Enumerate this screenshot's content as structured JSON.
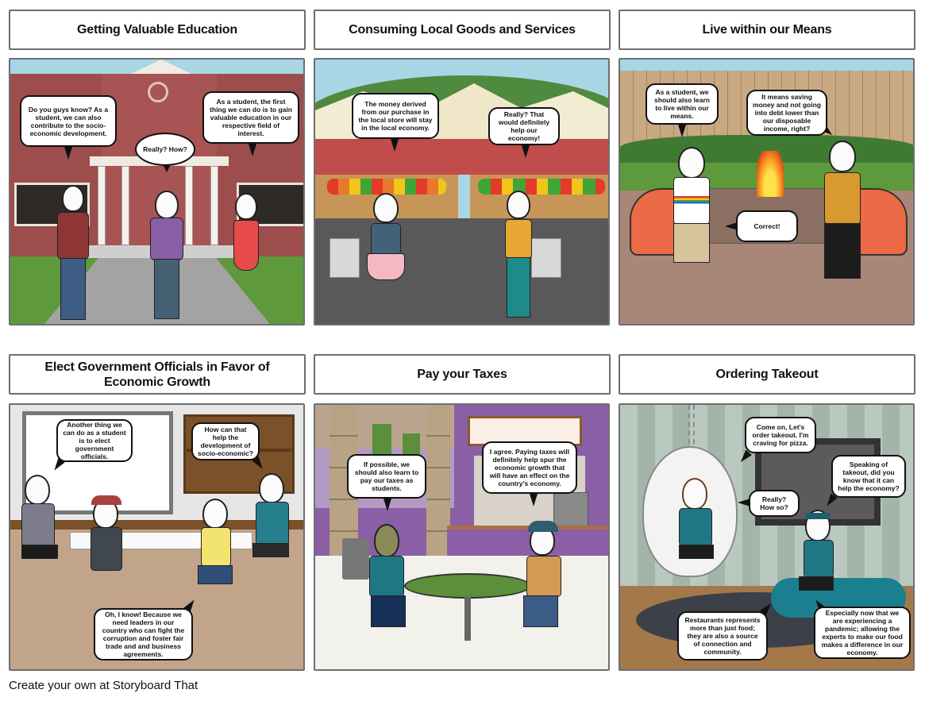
{
  "footer": {
    "text": "Create your own at Storyboard That"
  },
  "colors": {
    "panel_border": "#6e6e6e",
    "bubble_border": "#111111",
    "sky": "#a9d6e5",
    "brick": "#9e4d4d",
    "grass": "#5e9a3b",
    "road": "#9a9a9a",
    "fence": "#c8a982",
    "wall_grey": "#e0e0e0",
    "floor_tan": "#c2a48a",
    "purple": "#8a5fa5",
    "stripe_wall": "#b9c9bf",
    "wood_floor": "#a5784a"
  },
  "panels": [
    {
      "title": "Getting Valuable Education",
      "scene": "school-building",
      "bubbles": [
        "Do you guys know? As a student, we can also contribute to the socio-economic development.",
        "Really? How?",
        "As a student, the first thing we can do is to gain valuable education in our respective field of interest."
      ]
    },
    {
      "title": "Consuming Local Goods and Services",
      "scene": "farmers-market",
      "bubbles": [
        "The money derived from our purchase in the local store will stay in the local economy.",
        "Really? That would definitely help our economy!"
      ]
    },
    {
      "title": "Live within our Means",
      "scene": "backyard-firepit",
      "bubbles": [
        "As a student, we should also learn to live within our means.",
        "It means saving money and not going into debt lower than our disposable income, right?",
        "Correct!"
      ]
    },
    {
      "title": "Elect Government Officials in Favor of Economic Growth",
      "scene": "classroom",
      "bubbles": [
        "Another thing we can do as a student is to elect government officials.",
        "How can that help the development of socio-economic?",
        "Oh, I know! Because we need leaders in our country who can fight the corruption and foster fair trade and and business agreements."
      ]
    },
    {
      "title": "Pay your Taxes",
      "scene": "food-court",
      "bubbles": [
        "If possible, we should also learn to pay our taxes as students.",
        "I agree. Paying taxes will definitely help spur the economic growth that will have an effect on the country's economy."
      ]
    },
    {
      "title": "Ordering Takeout",
      "scene": "living-room",
      "bubbles": [
        "Come on, Let's order takeout. I'm craving for pizza.",
        "Speaking of takeout, did you know that it can help the economy?",
        "Really? How so?",
        "Restaurants represents more than just food; they are also a source of connection and community.",
        "Especially now that we are experiencing a pandemic; allowing the experts to make our food makes a difference in our economy."
      ]
    }
  ]
}
